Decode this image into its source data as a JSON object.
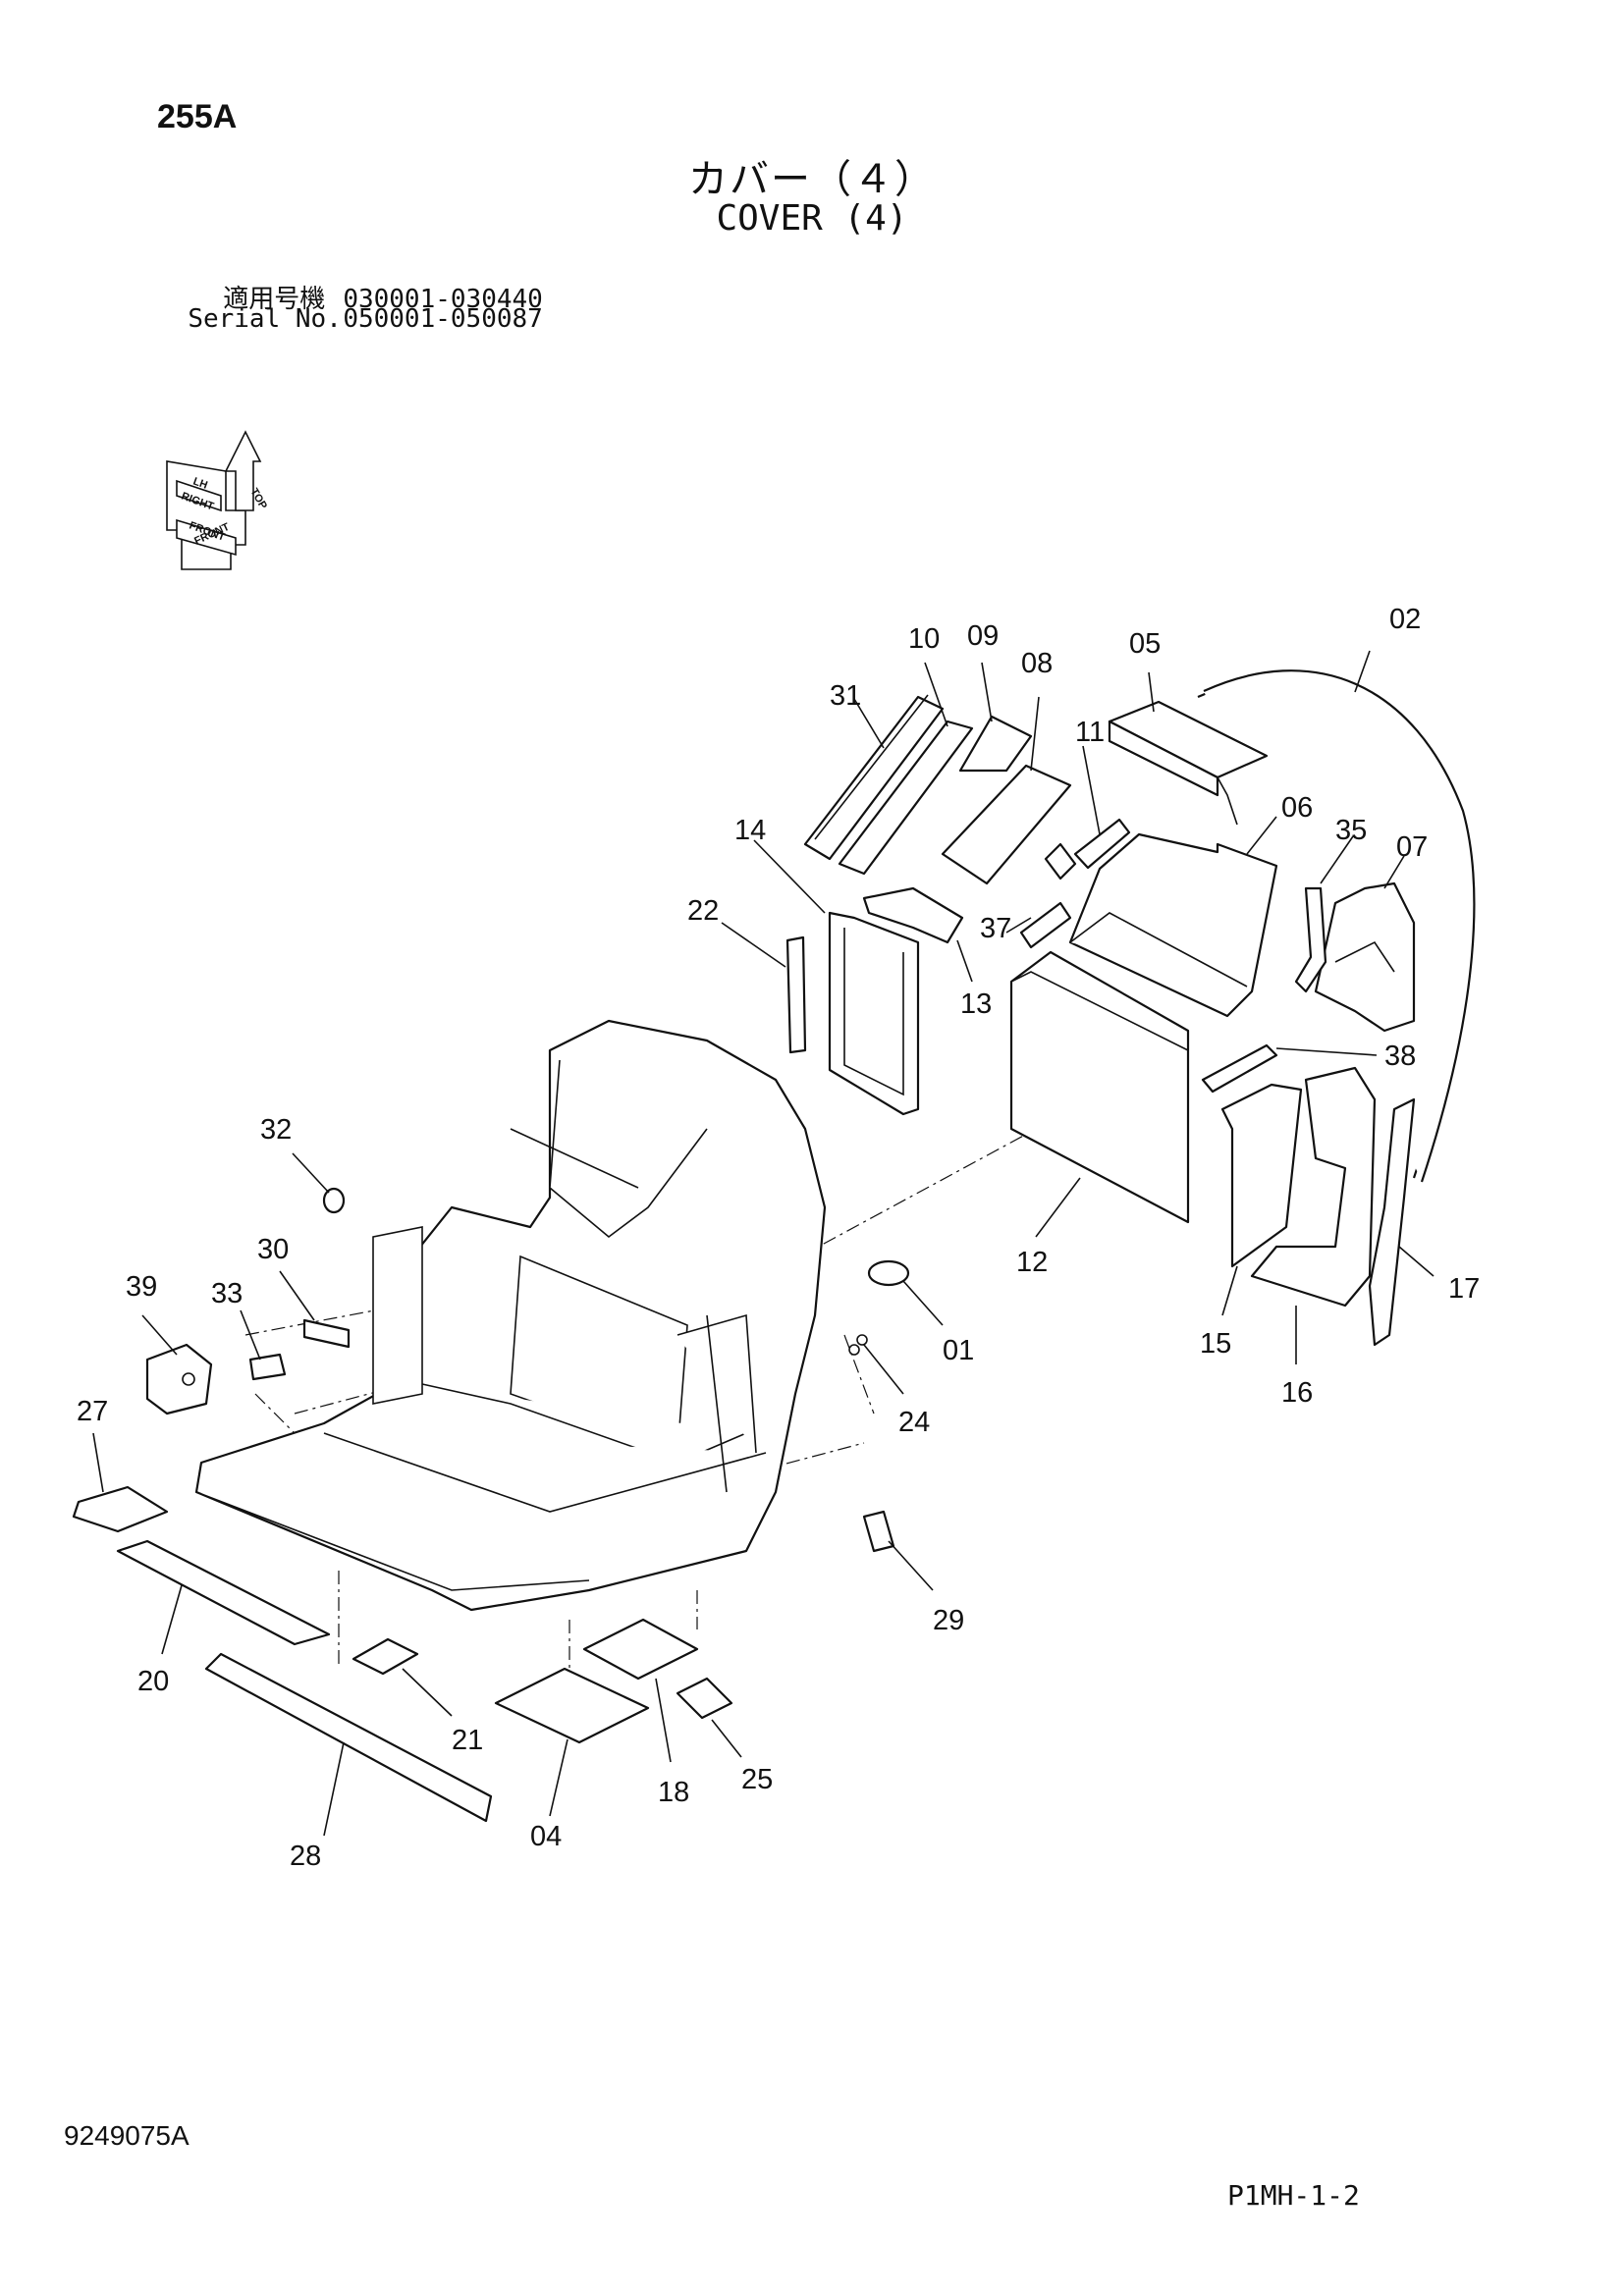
{
  "header": {
    "page_code": "255A",
    "title_jp": "カバー（４）",
    "title_en": "COVER (4)",
    "serial_rows": [
      {
        "label": "適用号機",
        "value": "030001-030440"
      },
      {
        "label": "Serial No.",
        "value": "050001-050087"
      }
    ]
  },
  "orientation_indicator": {
    "labels": [
      "TOP",
      "LH",
      "RIGHT",
      "FRONT",
      "FRONT"
    ]
  },
  "callouts": [
    "01",
    "02",
    "04",
    "05",
    "06",
    "07",
    "08",
    "09",
    "10",
    "11",
    "12",
    "13",
    "14",
    "15",
    "16",
    "17",
    "18",
    "20",
    "21",
    "22",
    "24",
    "25",
    "27",
    "28",
    "29",
    "30",
    "31",
    "32",
    "33",
    "35",
    "37",
    "38",
    "39"
  ],
  "footer": {
    "doc_number": "9249075A",
    "sheet_number": "P1MH-1-2"
  }
}
